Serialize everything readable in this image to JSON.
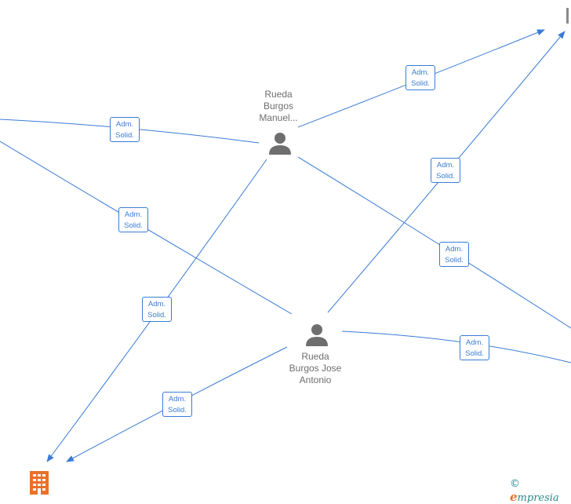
{
  "nodes": {
    "person_manuel": {
      "name_lines": [
        "Rueda",
        "Burgos",
        "Manuel..."
      ]
    },
    "person_jose": {
      "name_lines": [
        "Rueda",
        "Burgos Jose",
        "Antonio"
      ]
    }
  },
  "edge_label": {
    "line1": "Adm.",
    "line2": "Solid."
  },
  "footer": {
    "copyright": "©",
    "brand_initial": "e",
    "brand_rest": "mpresia"
  },
  "colors": {
    "edge": "#3a7bd5",
    "person": "#6e6e6e",
    "company": "#e8712b"
  },
  "icons": {
    "person": "person-icon",
    "company": "building-icon"
  }
}
